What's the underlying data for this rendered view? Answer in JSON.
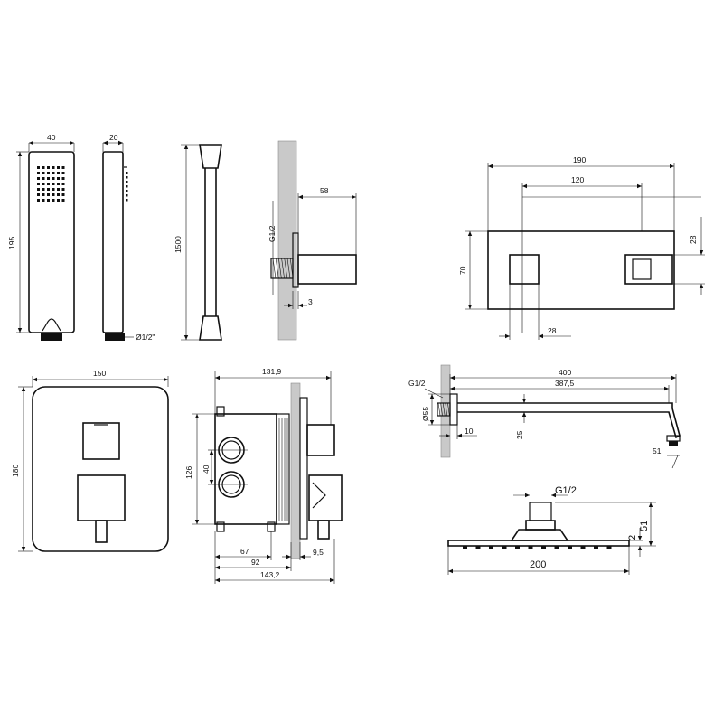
{
  "dimensions": {
    "hand_shower": {
      "width": "40",
      "depth": "20",
      "height": "195",
      "thread": "Ø1/2\""
    },
    "hose": {
      "length": "1500"
    },
    "wall_outlet": {
      "projection": "58",
      "thread": "G1/2",
      "gap": "3"
    },
    "holder_bar": {
      "length_total": "190",
      "length_inner": "120",
      "height": "70",
      "holder_offset": "28",
      "block_width": "28"
    },
    "mixer_plate": {
      "width": "150",
      "height": "180"
    },
    "mixer_body": {
      "depth_top": "131,9",
      "height": "126",
      "spacing": "40",
      "d1": "67",
      "d2": "92",
      "d3": "143,2",
      "trim": "9,5"
    },
    "shower_arm": {
      "length_total": "400",
      "length_inner": "387,5",
      "thread": "G1/2",
      "flange": "Ø55",
      "wall_gap": "10",
      "tube": "25",
      "drop": "51"
    },
    "head_shower": {
      "thread": "G1/2",
      "width": "200",
      "height": "51",
      "thickness": "2"
    }
  }
}
